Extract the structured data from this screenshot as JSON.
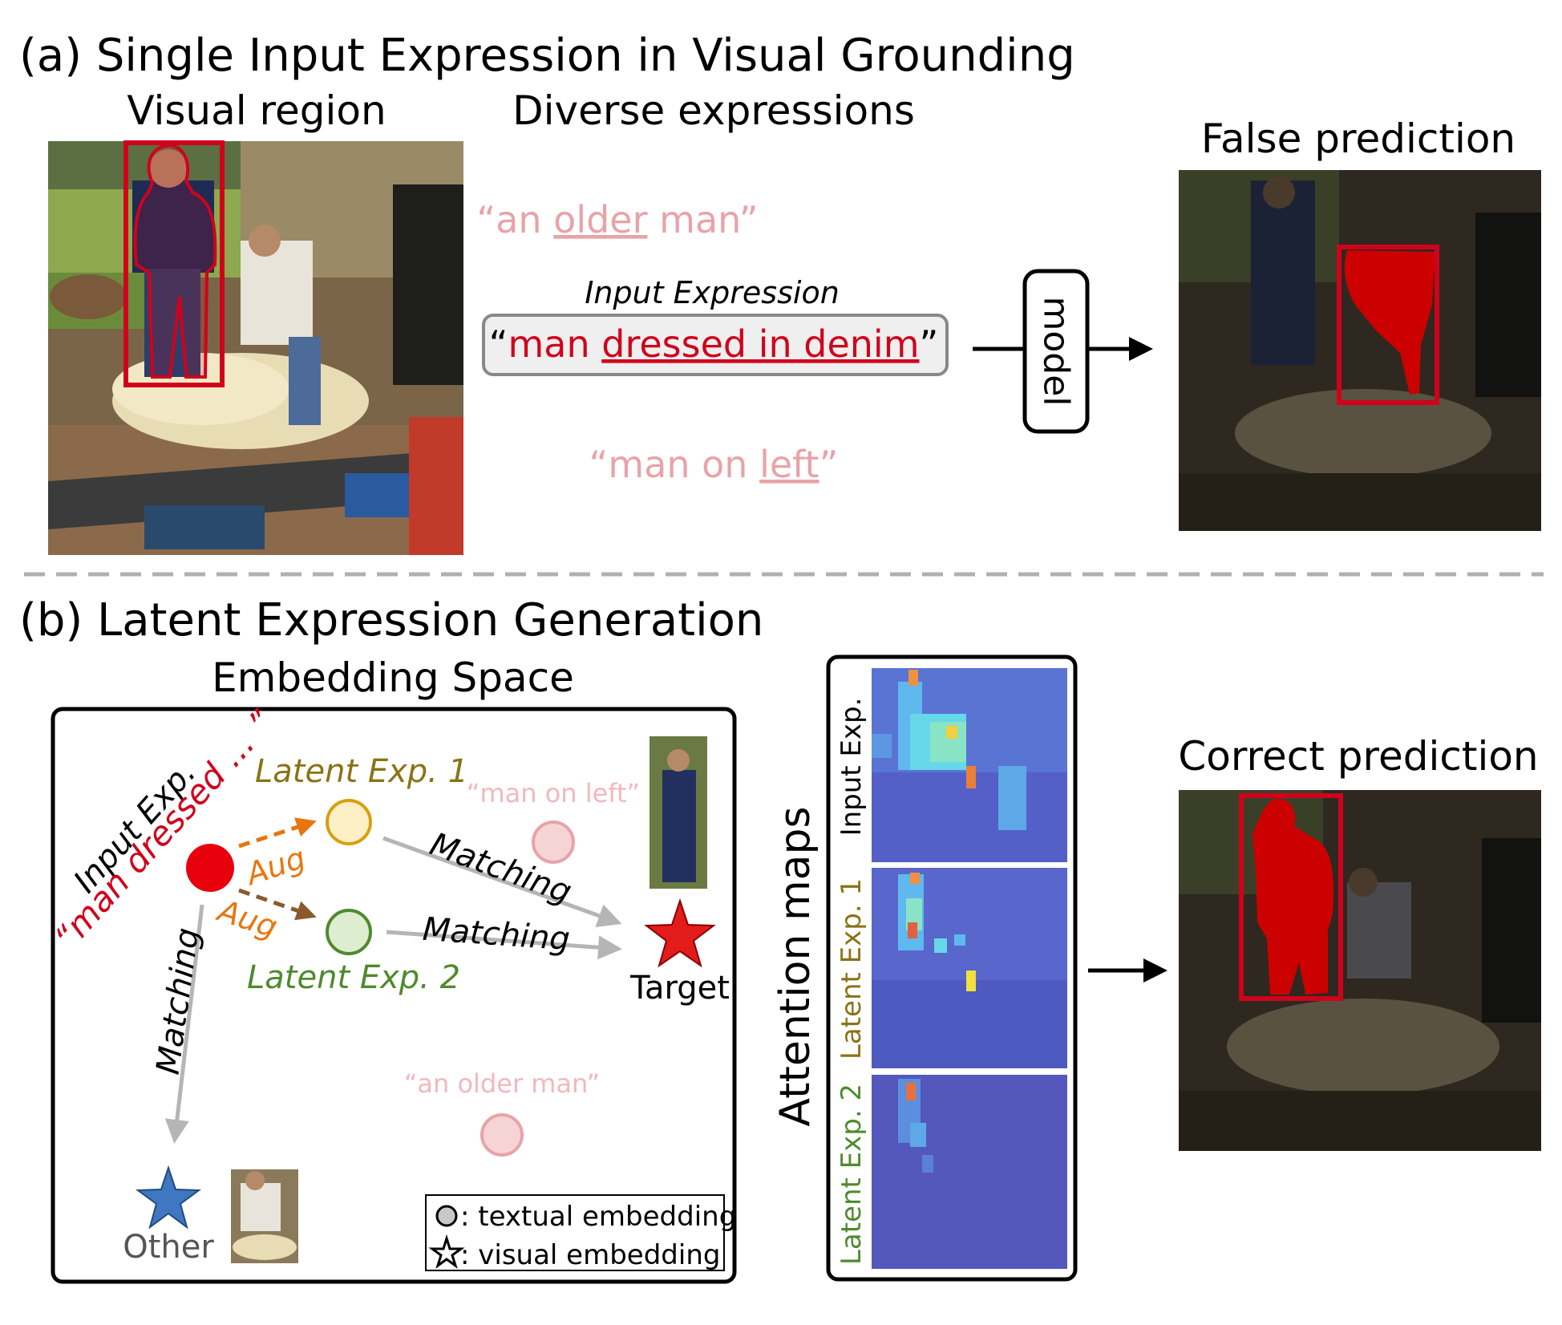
{
  "colors": {
    "input_red": "#d0021b",
    "pink": "#e8a3a8",
    "olive": "#8a7316",
    "green": "#4e8a2e",
    "aug_orange": "#e8760e",
    "target_red": "#e21b1b",
    "other_blue": "#3f78c0",
    "gray_arrow": "#b5b5b5"
  },
  "section_a": {
    "title": "(a) Single Input Expression in Visual Grounding",
    "visual_region_label": "Visual region",
    "diverse_label": "Diverse expressions",
    "expr_top": {
      "pre": "an ",
      "under": "older",
      "post": " man"
    },
    "input_expression_label": "Input Expression",
    "expr_input": {
      "pre": "man ",
      "under": "dressed in denim",
      "post": ""
    },
    "expr_bottom": {
      "pre": "man on ",
      "under": "left",
      "post": ""
    },
    "model_label": "model",
    "false_prediction_label": "False prediction"
  },
  "section_b": {
    "title": "(b) Latent Expression Generation",
    "embedding_space_label": "Embedding Space",
    "input_exp_label": "Input Exp.",
    "input_exp_quote": "“man dressed ... ”",
    "latent1_label": "Latent Exp. 1",
    "latent2_label": "Latent Exp. 2",
    "aug_label": "Aug",
    "matching_label": "Matching",
    "man_on_left": "“man on left”",
    "an_older_man": "“an older man”",
    "target_label": "Target",
    "other_label": "Other",
    "legend_textual": ": textual embedding",
    "legend_visual": ": visual embedding",
    "attention_maps_label": "Attention maps",
    "attn_input_label": "Input Exp.",
    "attn_latent1_label": "Latent Exp. 1",
    "attn_latent2_label": "Latent Exp. 2",
    "correct_prediction_label": "Correct prediction"
  }
}
